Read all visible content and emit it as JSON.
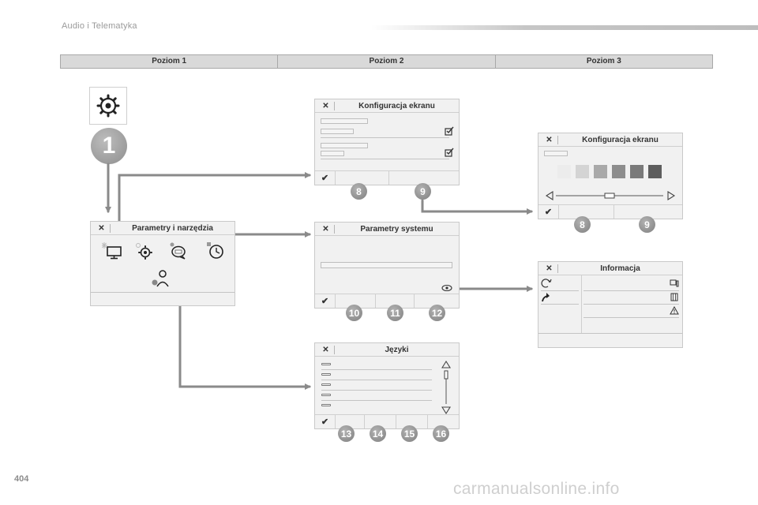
{
  "page": {
    "header": "Audio i Telematyka",
    "number": "404",
    "watermark": "carmanualsonline.info"
  },
  "levels": [
    "Poziom 1",
    "Poziom 2",
    "Poziom 3"
  ],
  "badges": {
    "main": "1"
  },
  "panels": {
    "params": {
      "title": "Parametry i narzędzia"
    },
    "screen_config": {
      "title": "Konfiguracja ekranu",
      "badges": [
        "8",
        "9"
      ]
    },
    "system_params": {
      "title": "Parametry systemu",
      "badges": [
        "10",
        "11",
        "12"
      ]
    },
    "languages": {
      "title": "Języki",
      "badges": [
        "13",
        "14",
        "15",
        "16"
      ]
    },
    "screen_config_l3": {
      "title": "Konfiguracja ekranu",
      "badges": [
        "8",
        "9"
      ]
    },
    "information": {
      "title": "Informacja"
    }
  },
  "icons": {
    "close": "✕",
    "check": "✔"
  },
  "swatches": [
    "#ececec",
    "#d4d4d4",
    "#a9a9a9",
    "#8d8d8d",
    "#7a7a7a",
    "#5e5e5e"
  ],
  "colors": {
    "arrow": "#8a8a8a",
    "badge": "#8e8e8e",
    "panel_bg": "#f1f1f1"
  }
}
